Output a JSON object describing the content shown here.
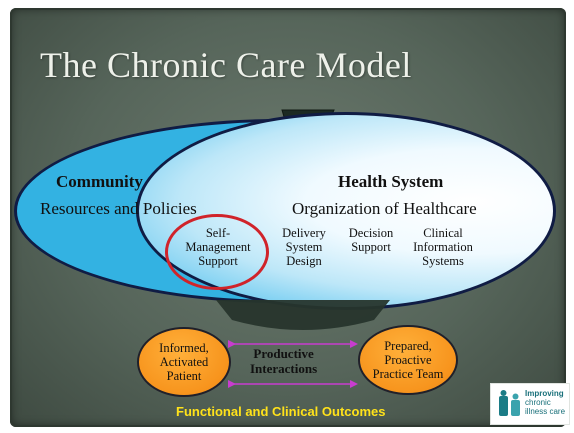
{
  "title": "The Chronic Care Model",
  "community": {
    "heading": "Community",
    "subheading": "Resources and Policies",
    "self_management": [
      "Self-",
      "Management",
      "Support"
    ]
  },
  "health_system": {
    "heading": "Health System",
    "subheading": "Organization of Healthcare",
    "delivery_system_design": [
      "Delivery",
      "System",
      "Design"
    ],
    "decision_support": [
      "Decision",
      "Support"
    ],
    "clinical_information_systems": [
      "Clinical",
      "Information",
      "Systems"
    ]
  },
  "patient": [
    "Informed,",
    "Activated",
    "Patient"
  ],
  "practice_team": [
    "Prepared,",
    "Proactive",
    "Practice Team"
  ],
  "interactions": [
    "Productive",
    "Interactions"
  ],
  "outcomes": "Functional and Clinical Outcomes",
  "logo": {
    "line1": "Improving",
    "line2": "chronic",
    "line3": "illness care"
  },
  "colors": {
    "slide_background": "#5c6b5f",
    "community_ellipse": "#33b2e2",
    "health_system_ellipse": "#ffffff",
    "self_management_ring": "#d0232a",
    "outcome_ellipses": "#f7941d",
    "interaction_arrows": "#c83ccf",
    "outcomes_text": "#ffe21a"
  }
}
